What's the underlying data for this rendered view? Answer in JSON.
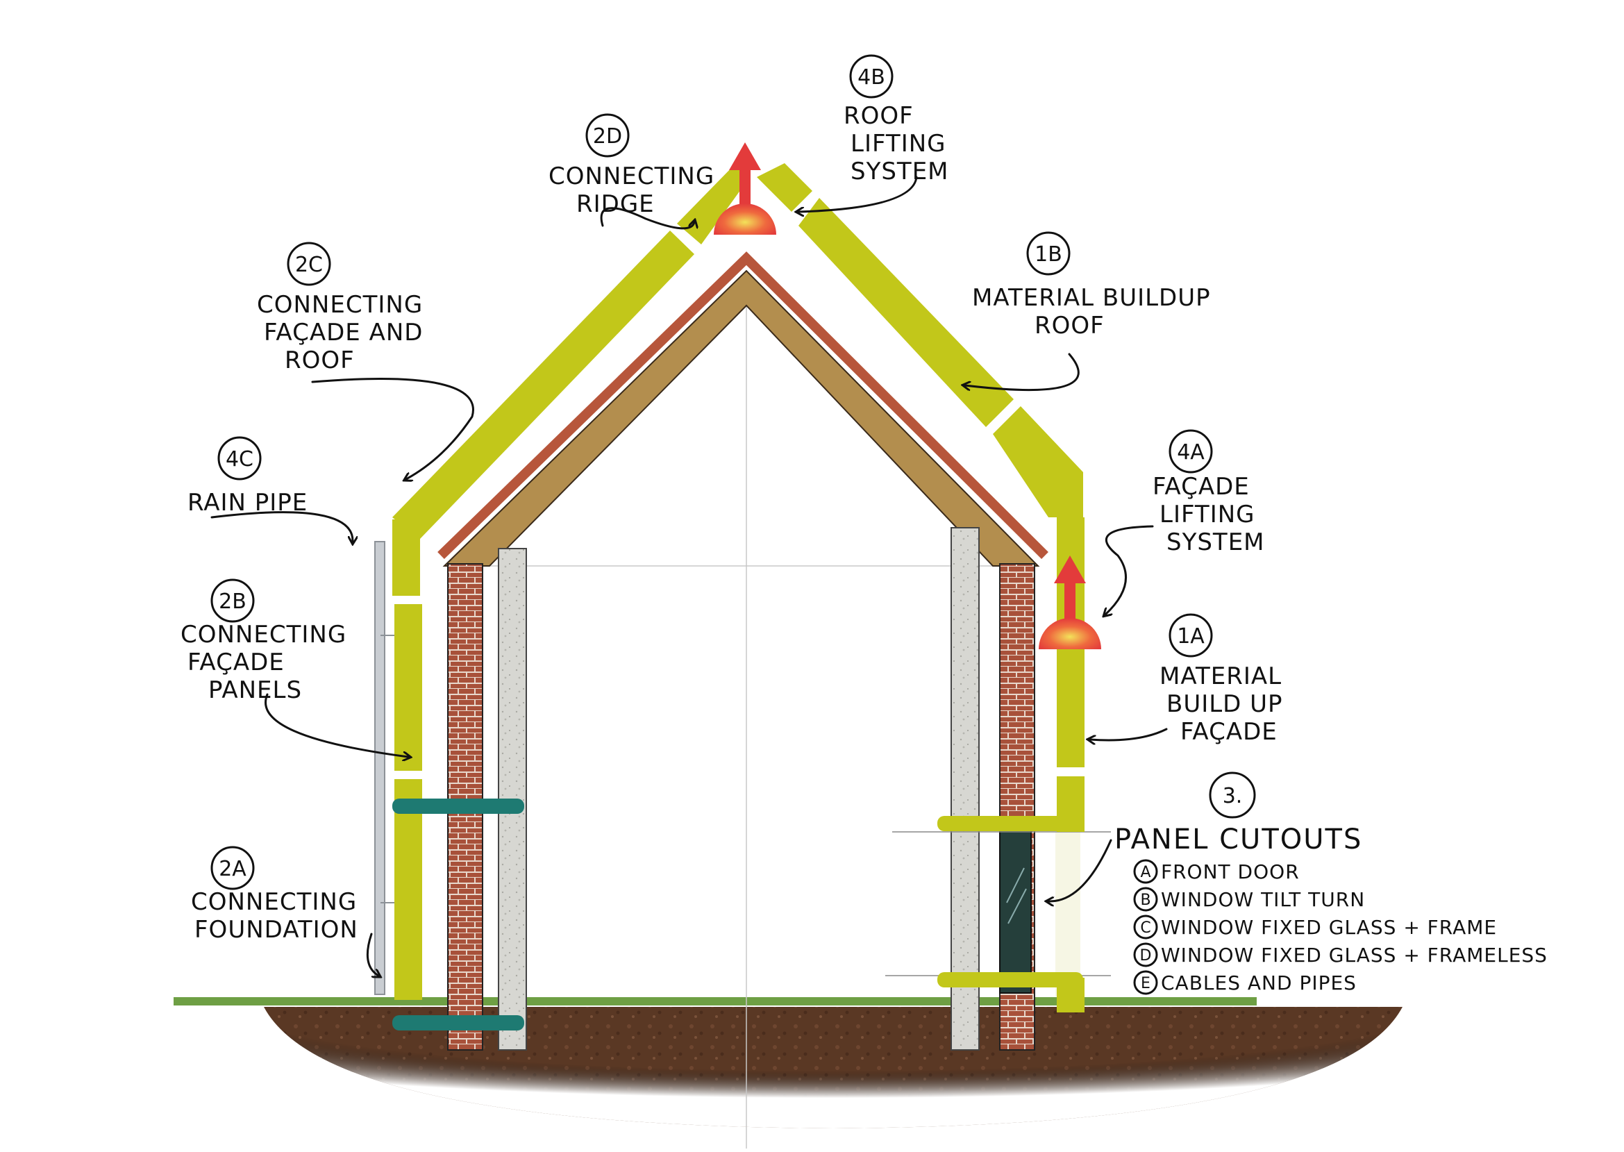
{
  "colors": {
    "insulation": "#C2C71A",
    "ground": "#5A3824",
    "grass": "#6E9F44",
    "brick": "#A8513A",
    "roof_tile": "#B7563B",
    "timber": "#B38E4E",
    "concrete": "#D7D7D2",
    "anchor": "#1E7A72",
    "lift": "#E33B3B",
    "window": "#253F3B"
  },
  "labels": {
    "c1a": {
      "code": "1A",
      "lines": [
        "MATERIAL",
        "BUILD UP",
        "FAÇADE"
      ]
    },
    "c1b": {
      "code": "1B",
      "lines": [
        "MATERIAL BUILDUP",
        "ROOF"
      ]
    },
    "c2a": {
      "code": "2A",
      "lines": [
        "CONNECTING",
        "FOUNDATION"
      ]
    },
    "c2b": {
      "code": "2B",
      "lines": [
        "CONNECTING",
        "FAÇADE",
        "PANELS"
      ]
    },
    "c2c": {
      "code": "2C",
      "lines": [
        "CONNECTING",
        "FAÇADE AND",
        "ROOF"
      ]
    },
    "c2d": {
      "code": "2D",
      "lines": [
        "CONNECTING",
        "RIDGE"
      ]
    },
    "c3": {
      "code": "3.",
      "title": "PANEL CUTOUTS"
    },
    "c4a": {
      "code": "4A",
      "lines": [
        "FAÇADE",
        "LIFTING",
        "SYSTEM"
      ]
    },
    "c4b": {
      "code": "4B",
      "lines": [
        "ROOF",
        "LIFTING",
        "SYSTEM"
      ]
    },
    "c4c": {
      "code": "4C",
      "lines": [
        "RAIN PIPE"
      ]
    }
  },
  "cutouts": [
    {
      "letter": "A",
      "text": "FRONT DOOR"
    },
    {
      "letter": "B",
      "text": "WINDOW TILT TURN"
    },
    {
      "letter": "C",
      "text": "WINDOW FIXED GLASS + FRAME"
    },
    {
      "letter": "D",
      "text": "WINDOW FIXED GLASS + FRAMELESS"
    },
    {
      "letter": "E",
      "text": "CABLES AND PIPES"
    }
  ]
}
